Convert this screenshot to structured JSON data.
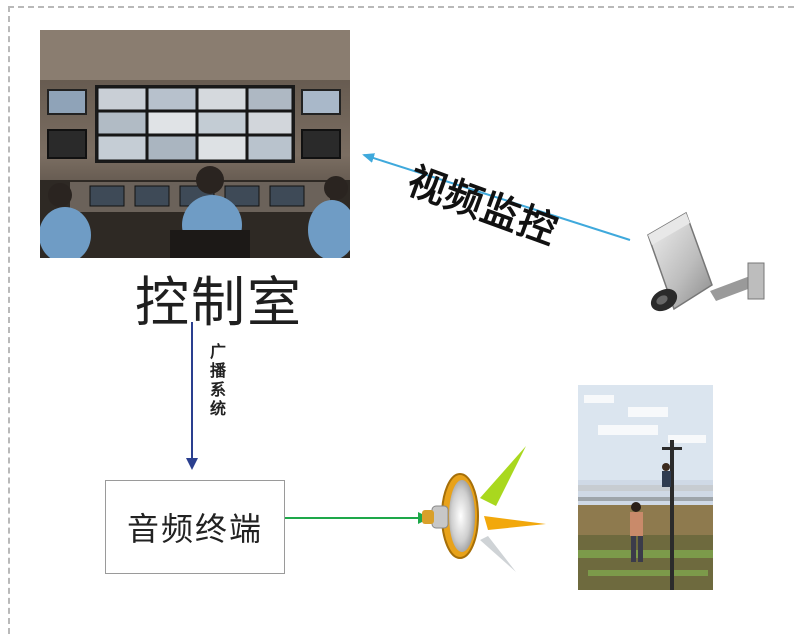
{
  "labels": {
    "control_room": "控制室",
    "video_monitoring": "视频监控",
    "broadcast_system": "广播系统",
    "audio_terminal": "音频终端"
  },
  "colors": {
    "video_arrow": "#3fa9dc",
    "broadcast_arrow": "#2a3f8f",
    "audio_arrow": "#1ea84a",
    "frame": "#b9b9b9"
  },
  "images": {
    "control_room_photo": "control-room-monitor-wall-photo",
    "camera": "surveillance-camera-icon",
    "speaker": "horn-speaker-icon",
    "field_photo": "outdoor-site-photo"
  }
}
